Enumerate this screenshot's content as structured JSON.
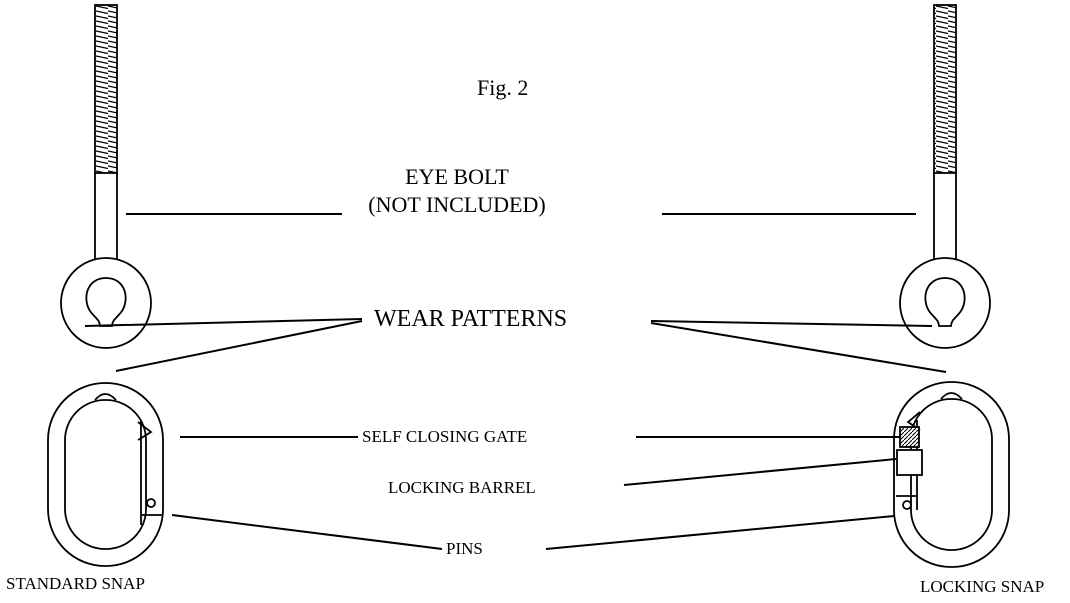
{
  "figure_label": "Fig. 2",
  "labels": {
    "eye_bolt_line1": "EYE BOLT",
    "eye_bolt_line2": "(NOT INCLUDED)",
    "wear_patterns": "WEAR PATTERNS",
    "self_closing_gate": "SELF CLOSING GATE",
    "locking_barrel": "LOCKING BARREL",
    "pins": "PINS",
    "standard_snap": "STANDARD SNAP",
    "locking_snap": "LOCKING SNAP"
  },
  "colors": {
    "ink": "#000000",
    "paper": "#ffffff"
  }
}
